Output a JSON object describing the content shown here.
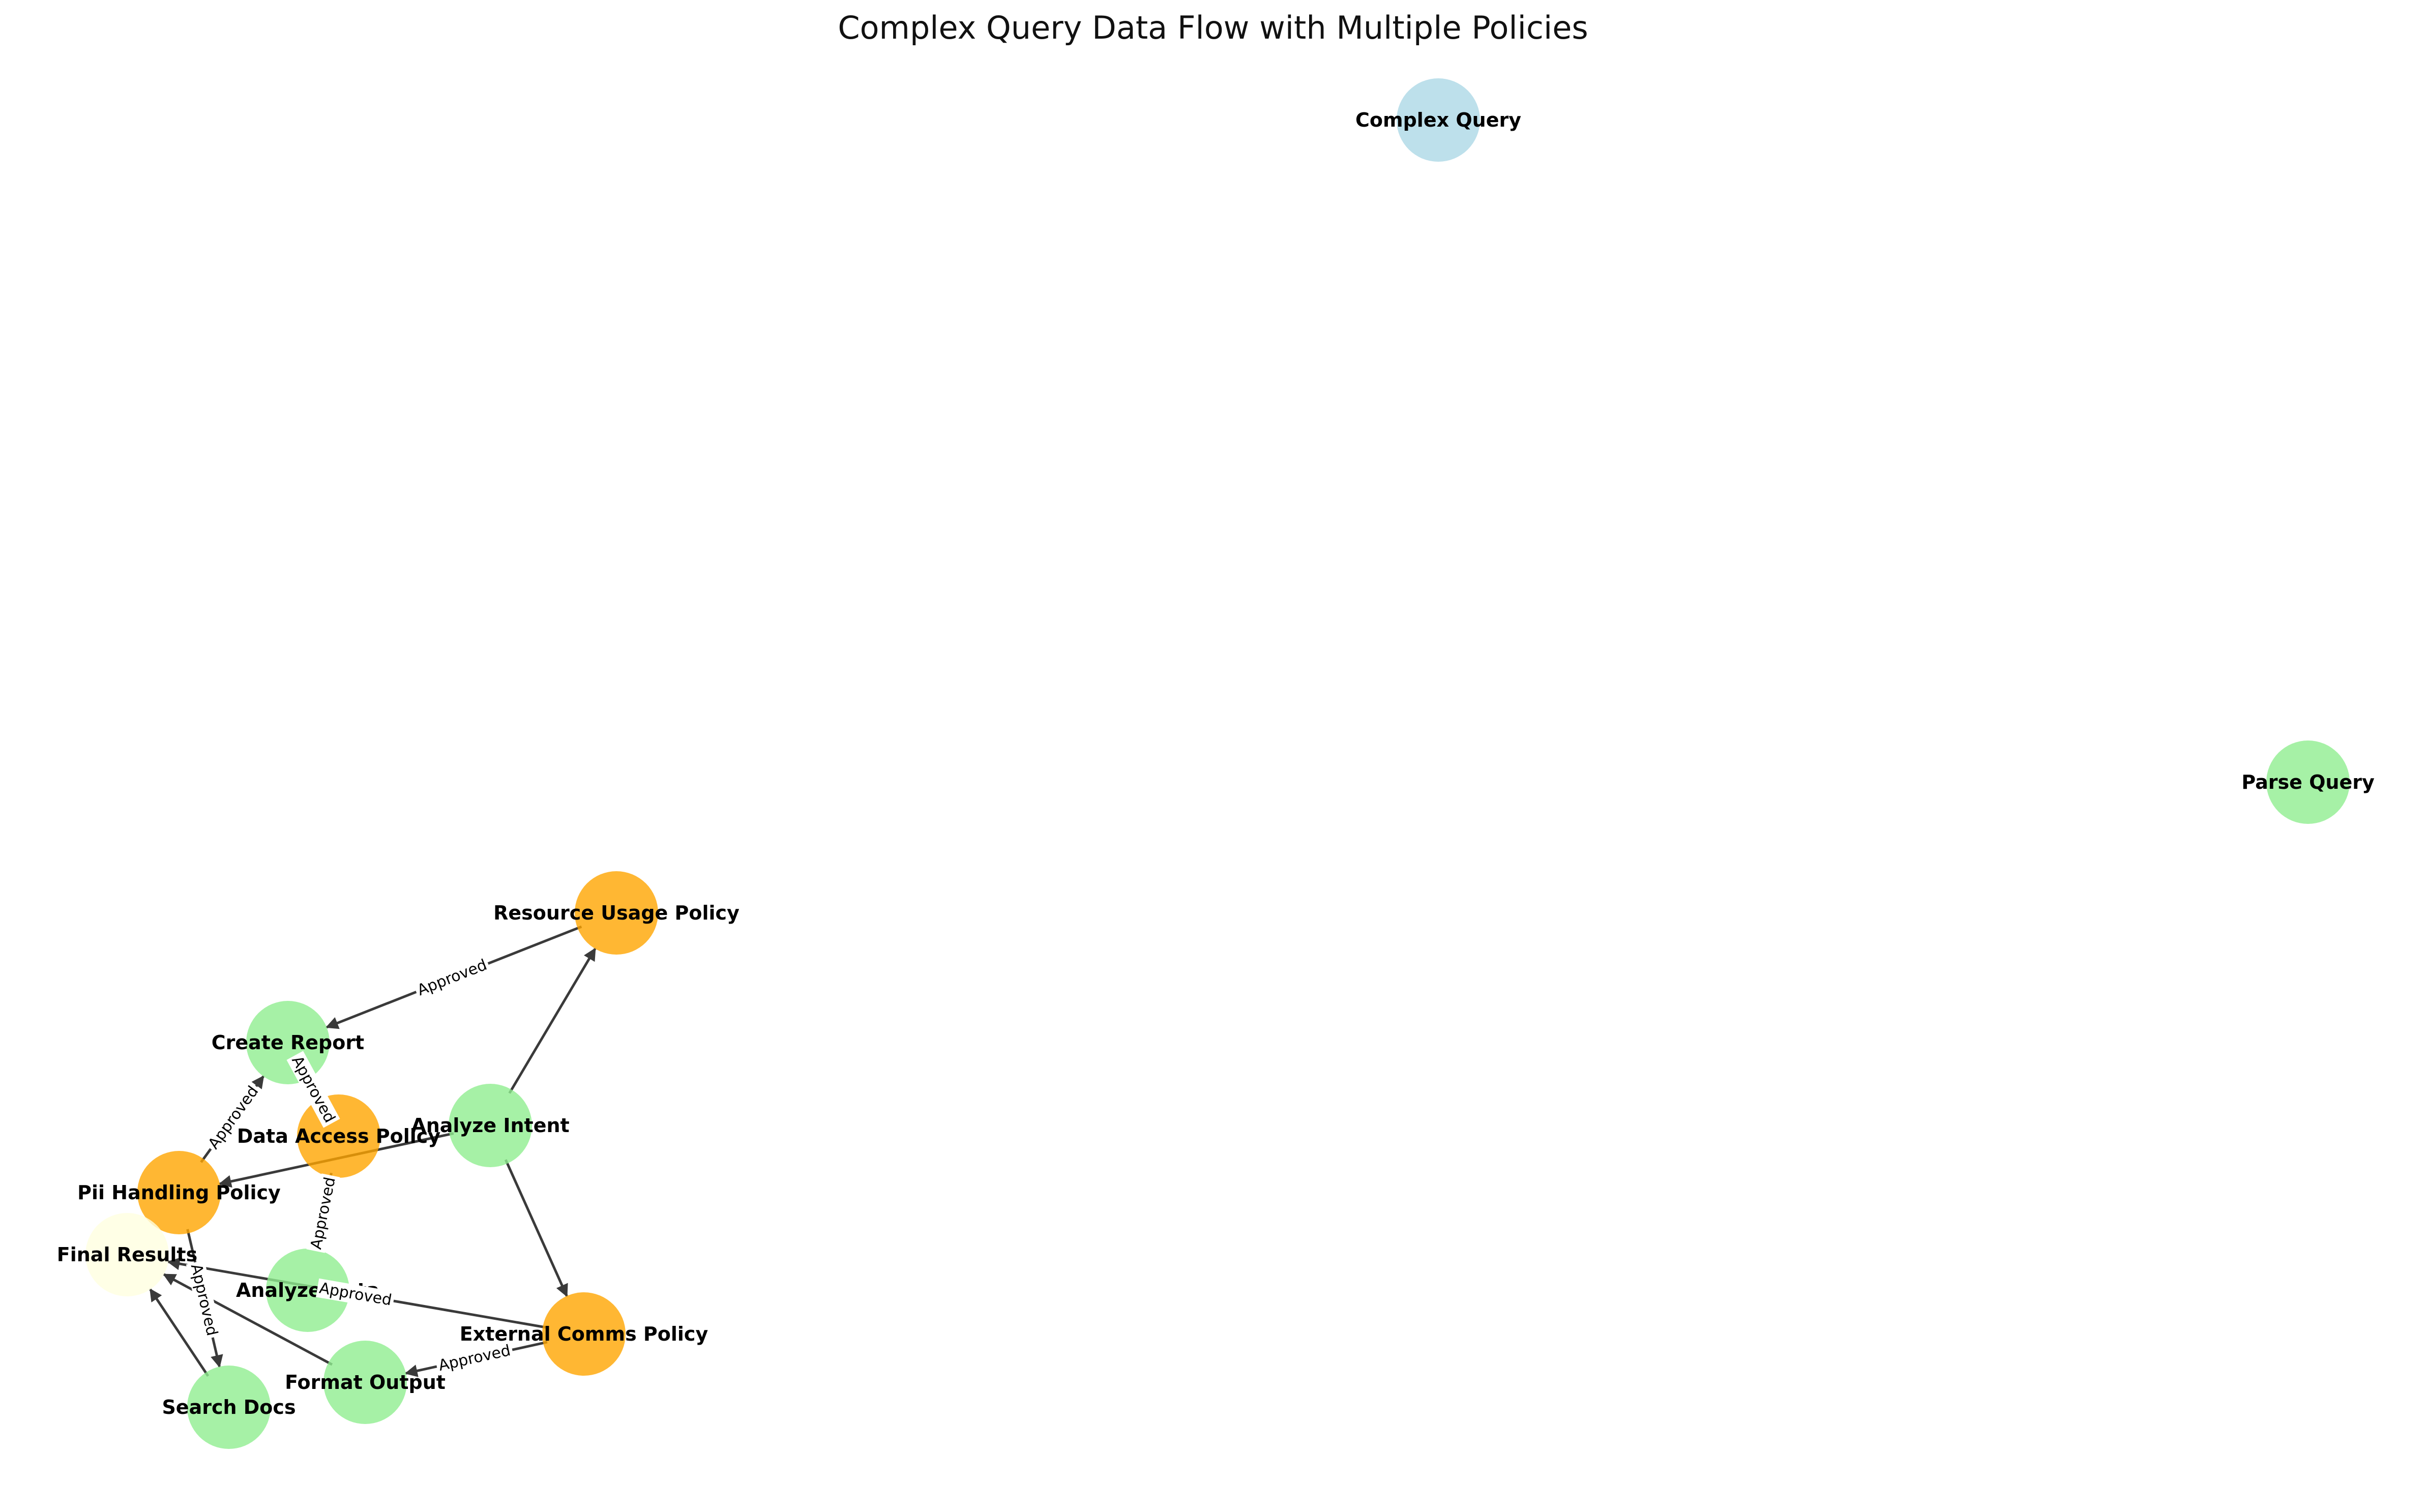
{
  "title": "Complex Query Data Flow with Multiple Policies",
  "colors": {
    "query_node": "#add8e6",
    "step_node": "#90ee90",
    "policy_node": "#ffa500",
    "result_node": "#ffffe0",
    "edge": "#3a3a3a"
  },
  "nodes": [
    {
      "id": "complex_query",
      "label": "Complex Query",
      "kind": "query_node"
    },
    {
      "id": "parse_query",
      "label": "Parse Query",
      "kind": "step_node"
    },
    {
      "id": "resource_usage_policy",
      "label": "Resource Usage Policy",
      "kind": "policy_node"
    },
    {
      "id": "create_report",
      "label": "Create Report",
      "kind": "step_node"
    },
    {
      "id": "analyze_intent",
      "label": "Analyze Intent",
      "kind": "step_node"
    },
    {
      "id": "data_access_policy",
      "label": "Data Access Policy",
      "kind": "policy_node"
    },
    {
      "id": "pii_handling_policy",
      "label": "Pii Handling Policy",
      "kind": "policy_node"
    },
    {
      "id": "final_results",
      "label": "Final Results",
      "kind": "result_node"
    },
    {
      "id": "analyze_data",
      "label": "Analyze Data",
      "kind": "step_node"
    },
    {
      "id": "external_comms_policy",
      "label": "External Comms Policy",
      "kind": "policy_node"
    },
    {
      "id": "format_output",
      "label": "Format Output",
      "kind": "step_node"
    },
    {
      "id": "search_docs",
      "label": "Search Docs",
      "kind": "step_node"
    }
  ],
  "edges": [
    {
      "from": "analyze_intent",
      "to": "resource_usage_policy",
      "label": ""
    },
    {
      "from": "analyze_intent",
      "to": "external_comms_policy",
      "label": ""
    },
    {
      "from": "analyze_intent",
      "to": "pii_handling_policy",
      "label": ""
    },
    {
      "from": "resource_usage_policy",
      "to": "create_report",
      "label": "Approved"
    },
    {
      "from": "pii_handling_policy",
      "to": "create_report",
      "label": "Approved"
    },
    {
      "from": "data_access_policy",
      "to": "create_report",
      "label": "Approved"
    },
    {
      "from": "data_access_policy",
      "to": "analyze_data",
      "label": "Approved"
    },
    {
      "from": "pii_handling_policy",
      "to": "search_docs",
      "label": "Approved"
    },
    {
      "from": "external_comms_policy",
      "to": "final_results",
      "label": "Approved"
    },
    {
      "from": "external_comms_policy",
      "to": "format_output",
      "label": "Approved"
    },
    {
      "from": "search_docs",
      "to": "final_results",
      "label": ""
    },
    {
      "from": "format_output",
      "to": "final_results",
      "label": ""
    }
  ]
}
